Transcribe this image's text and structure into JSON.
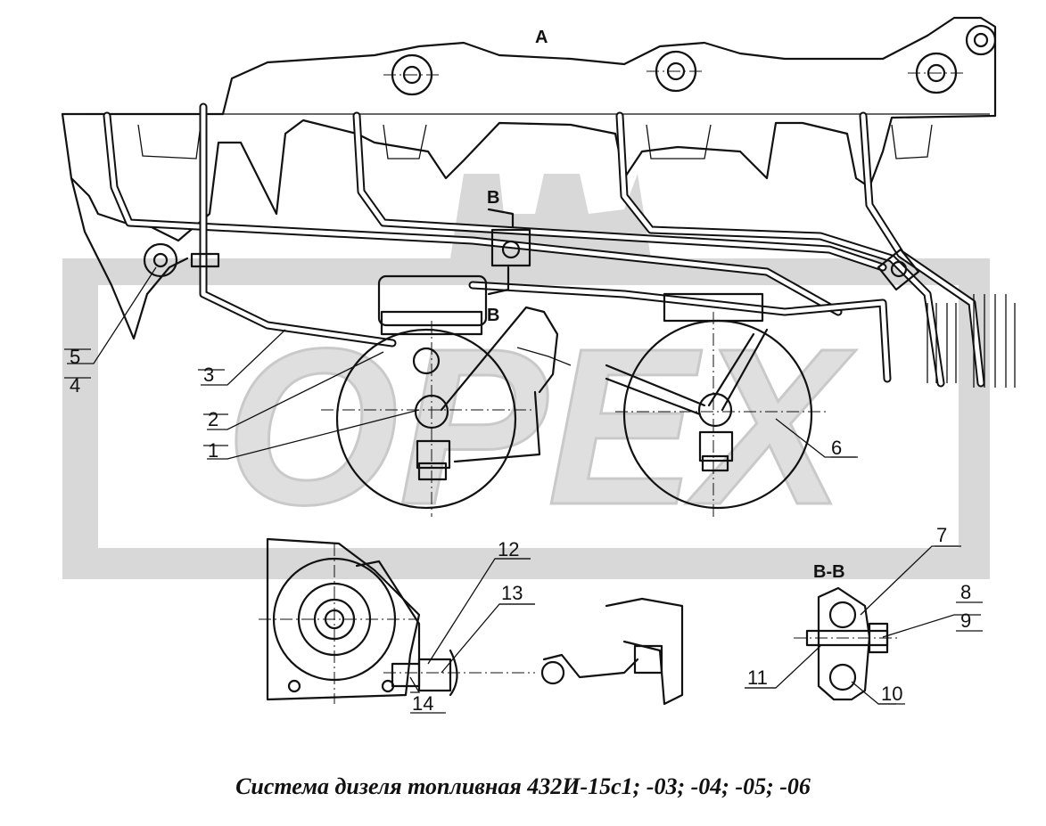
{
  "caption": "Система дизеля топливная 432И-15с1; -03; -04; -05; -06",
  "watermark": {
    "text": "OPEX",
    "color": "#c8c8c8"
  },
  "view_labels": {
    "main": "A",
    "section_mark_top": "B",
    "section_mark_bottom": "B",
    "section_view": "B-B"
  },
  "callouts": [
    "1",
    "2",
    "3",
    "4",
    "5",
    "6",
    "7",
    "8",
    "9",
    "10",
    "11",
    "12",
    "13",
    "14"
  ]
}
